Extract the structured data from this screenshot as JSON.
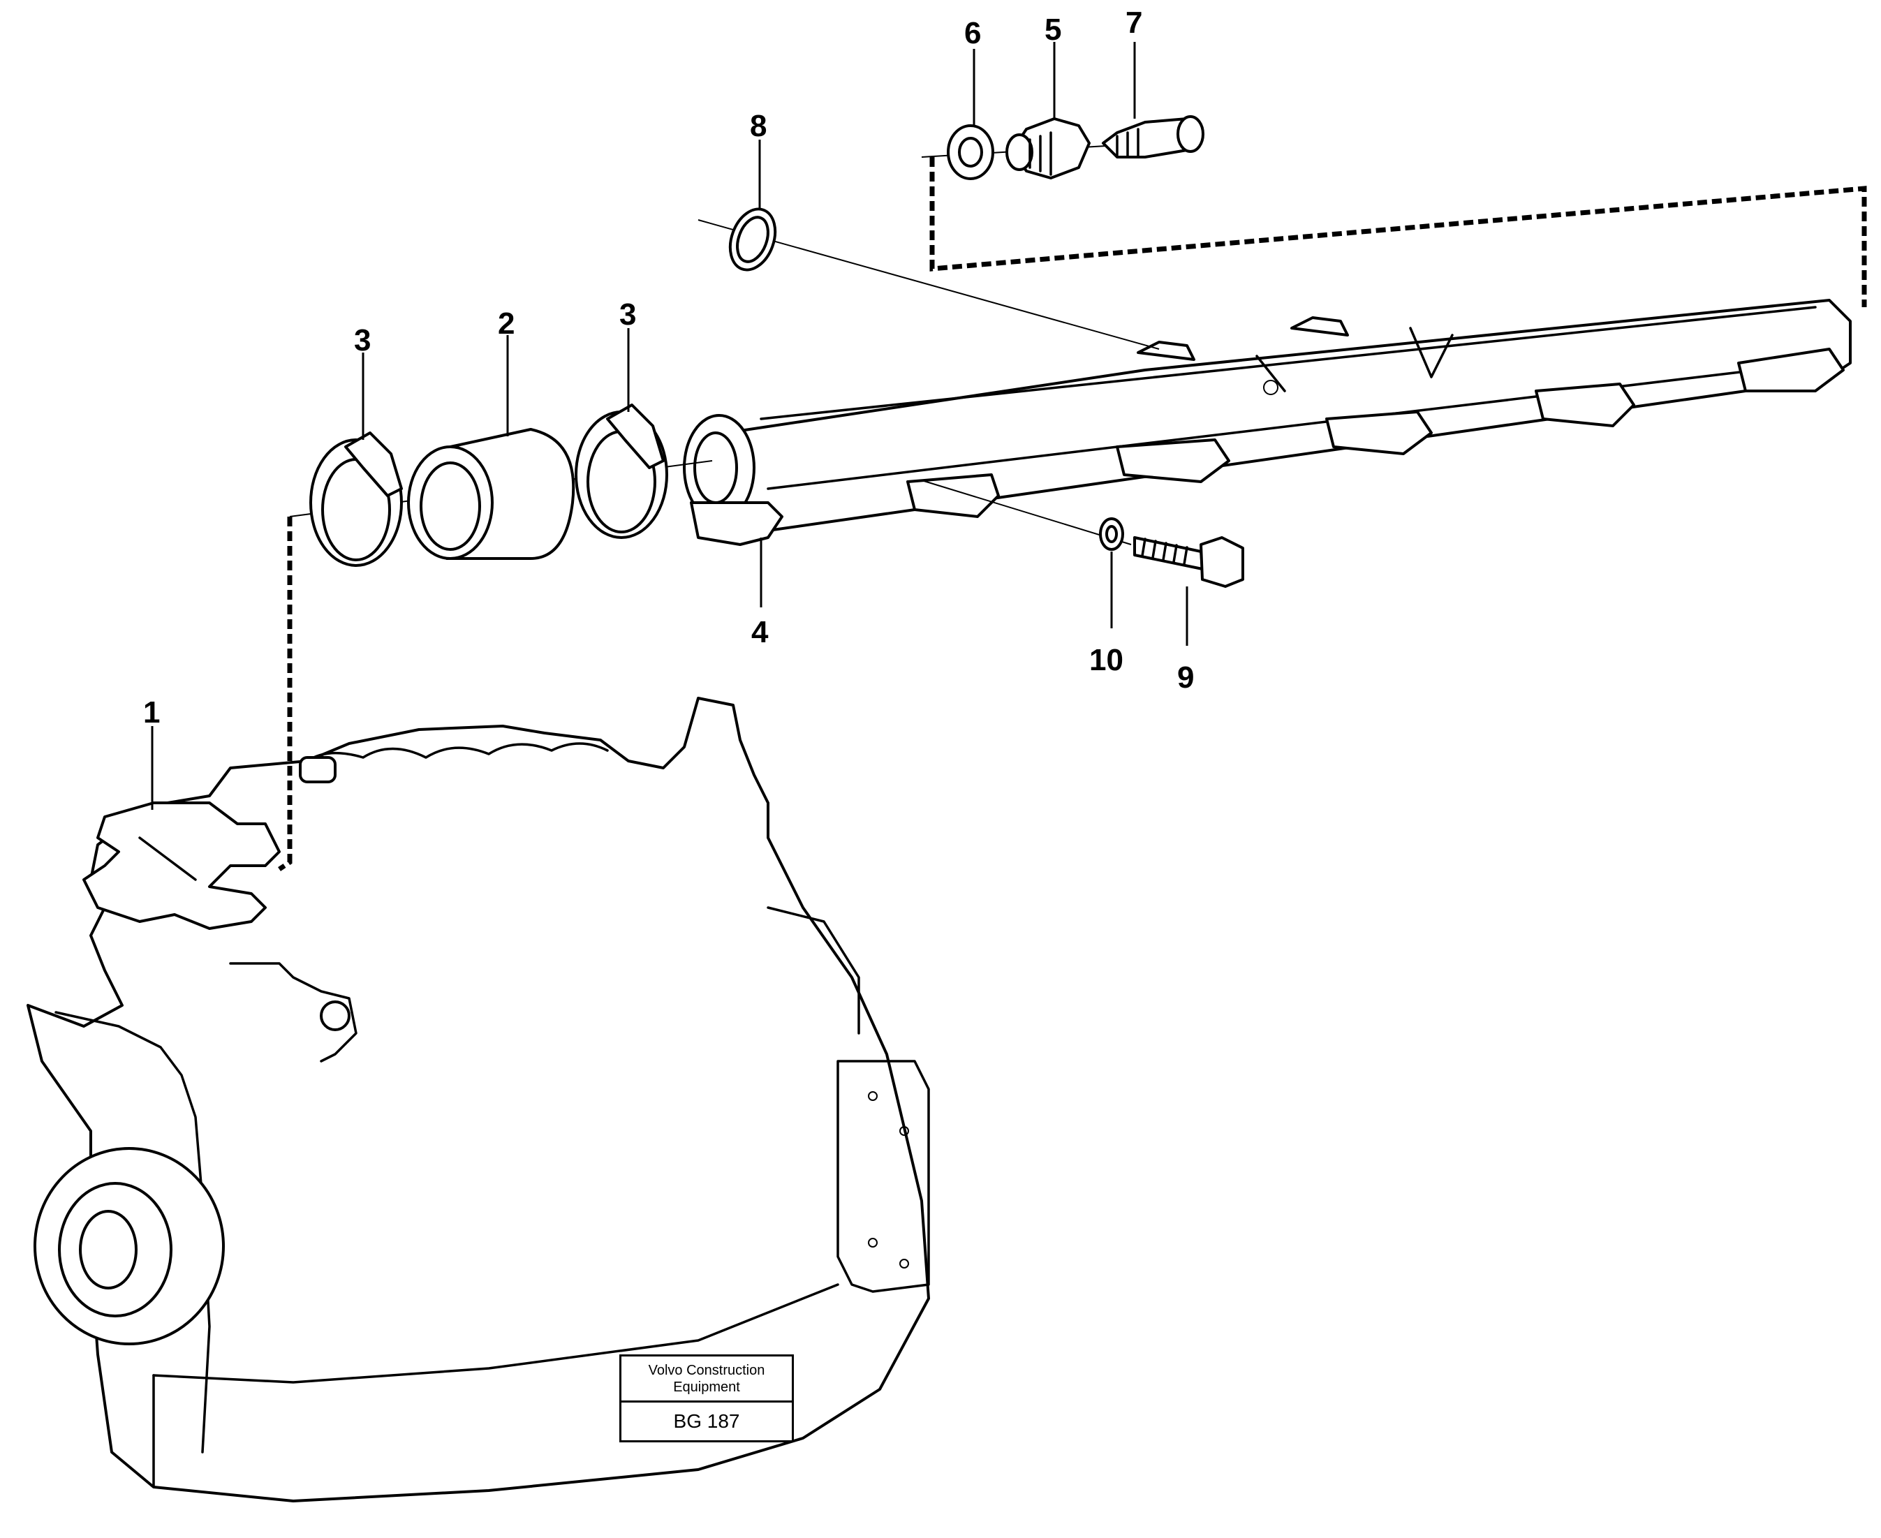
{
  "callouts": [
    {
      "id": "1",
      "label": "1"
    },
    {
      "id": "2",
      "label": "2"
    },
    {
      "id": "3a",
      "label": "3"
    },
    {
      "id": "3b",
      "label": "3"
    },
    {
      "id": "4",
      "label": "4"
    },
    {
      "id": "5",
      "label": "5"
    },
    {
      "id": "6",
      "label": "6"
    },
    {
      "id": "7",
      "label": "7"
    },
    {
      "id": "8",
      "label": "8"
    },
    {
      "id": "9",
      "label": "9"
    },
    {
      "id": "10",
      "label": "10"
    }
  ],
  "caption": {
    "manufacturer_line1": "Volvo Construction",
    "manufacturer_line2": "Equipment",
    "code": "BG 187"
  }
}
